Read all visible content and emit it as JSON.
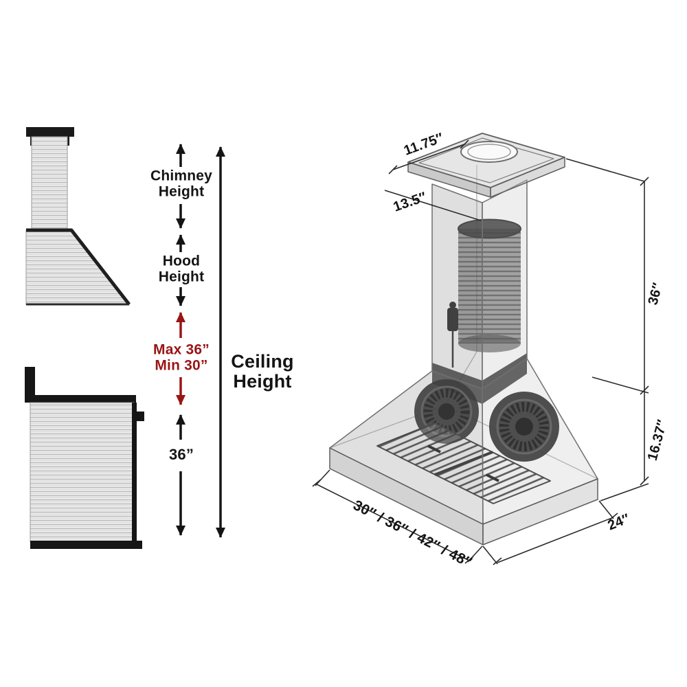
{
  "legend": {
    "chimney_height_line1": "Chimney",
    "chimney_height_line2": "Height",
    "hood_height_line1": "Hood",
    "hood_height_line2": "Height",
    "mount_max": "Max 36”",
    "mount_min": "Min 30”",
    "hood_to_cooktop": "36”",
    "ceiling_line1": "Ceiling",
    "ceiling_line2": "Height"
  },
  "dimensions": {
    "crown_width": "11.75″",
    "crown_depth": "13.5″",
    "chimney_height": "36″",
    "hood_height": "16.37″",
    "depth": "24″",
    "width_options": "30″ / 36″ / 42″ / 48″"
  },
  "colors": {
    "accent_red": "#991515",
    "line_black": "#141414",
    "steel_light": "#ececec",
    "steel_stripe": "#b8b8b8",
    "glass_gray": "#9e9e9e"
  }
}
